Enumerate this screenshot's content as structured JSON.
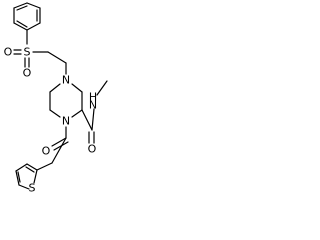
{
  "atoms": {
    "sulfonyl_s": "S",
    "sulfonyl_o_left": "O",
    "sulfonyl_o_bottom": "O",
    "piperazine_n_top": "N",
    "piperazine_n_bottom": "N",
    "amide_n": "N",
    "amide_h": "H",
    "amide_o": "O",
    "acyl_o": "O",
    "thiophene_s": "S"
  },
  "colors": {
    "bond": "#000000",
    "label": "#000000",
    "background": "#ffffff"
  }
}
